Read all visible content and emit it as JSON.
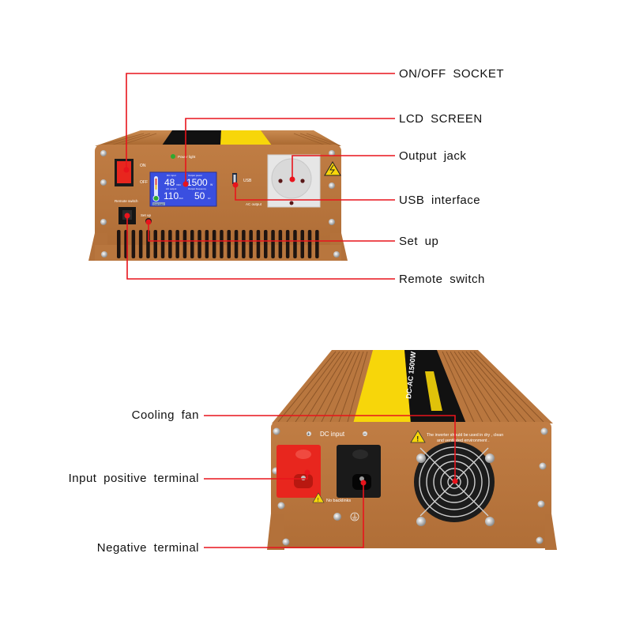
{
  "colors": {
    "housing": "#b9773f",
    "housing_dark": "#8e5628",
    "housing_light": "#d1925a",
    "callout_line": "#e8141c",
    "lcd_blue": "#3a4fe0",
    "label_yellow": "#f7d60a",
    "label_black": "#111111",
    "positive_terminal": "#e8261e",
    "negative_terminal": "#1a1a1a",
    "socket_grey": "#e6e6e6",
    "power_led": "#2faa2f"
  },
  "top_view": {
    "callouts": [
      {
        "id": "on-off-socket",
        "label": "ON/OFF  SOCKET"
      },
      {
        "id": "lcd-screen",
        "label": "LCD  SCREEN"
      },
      {
        "id": "output-jack",
        "label": "Output  jack"
      },
      {
        "id": "usb-interface",
        "label": "USB  interface"
      },
      {
        "id": "set-up",
        "label": "Set  up"
      },
      {
        "id": "remote-switch",
        "label": "Remote  switch"
      }
    ],
    "panel_text": {
      "power_light": "Power light",
      "switch_on": "ON",
      "switch_off": "OFF",
      "remote_switch": "Remote switch",
      "set_up": "Set up",
      "usb": "USB",
      "ac_output": "AC output"
    },
    "lcd": {
      "dc_input_label": "DC input",
      "dc_input_value": "48",
      "dc_input_unit": "VDC",
      "output_power_label": "Output power",
      "output_power_value": "1500",
      "output_power_unit": "W",
      "ac_output_label": "AC output",
      "ac_output_value": "110",
      "ac_output_unit": "VAC",
      "output_freq_label": "Output frequency",
      "output_freq_value": "50",
      "output_freq_unit": "Hz",
      "mode_badge": "Over load"
    }
  },
  "bottom_view": {
    "callouts": [
      {
        "id": "cooling-fan",
        "label": "Cooling  fan"
      },
      {
        "id": "input-positive-terminal",
        "label": "Input  positive  terminal"
      },
      {
        "id": "negative-terminal",
        "label": "Negative  terminal"
      }
    ],
    "panel_text": {
      "plus": "+",
      "dc_input": "DC input",
      "minus": "−",
      "warning_line1": "The inverter should be used in dry , clean",
      "warning_line2": "and ventilated environment .",
      "no_backlinks": "No backlinks"
    },
    "top_label_text": "DC-AC 1500W"
  }
}
